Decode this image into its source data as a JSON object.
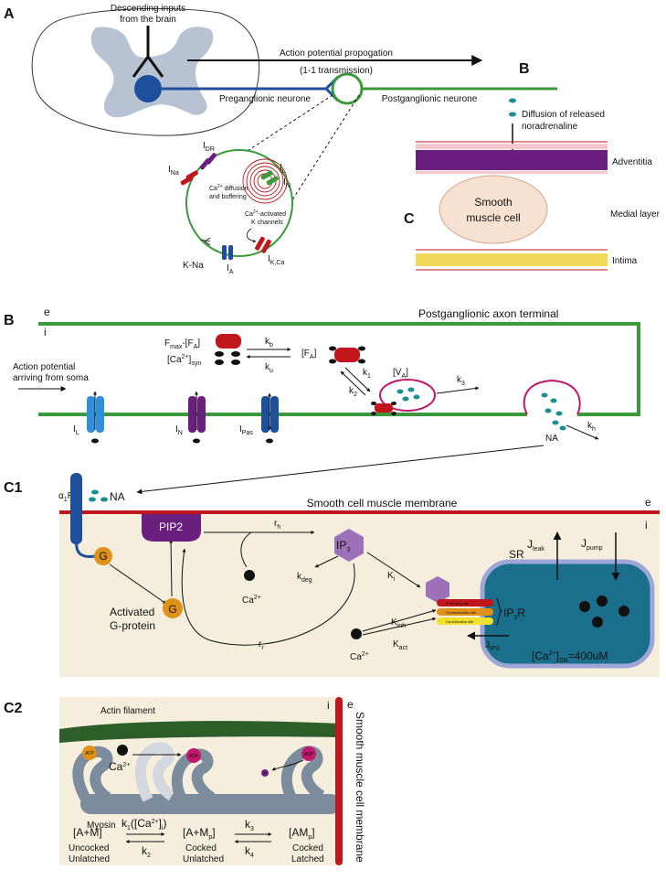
{
  "panel_labels": {
    "A": "A",
    "B_top": "B",
    "C_top": "C",
    "B": "B",
    "C1": "C1",
    "C2": "C2"
  },
  "panelA": {
    "descending": "Descending inputs",
    "from_brain": "from the brain",
    "ap_propagation": "Action potential propogation",
    "one_to_one": "(1-1 transmission)",
    "preganglionic": "Preganglionic neurone",
    "postganglionic": "Postganglionic neurone",
    "ca_diffusion_1": "diffusion",
    "ca_diffusion_2": "and buffering",
    "ca_activated_1": "-activated",
    "ca_activated_2": "K channels",
    "kna": "K-Na",
    "ca_sym": "Ca",
    "sup_2plus": "2+",
    "I": "I",
    "sub_DR": "DR",
    "sub_Na": "Na",
    "sub_L": "L",
    "sub_N": "N",
    "sub_A": "A",
    "sub_KCa": "K,Ca"
  },
  "panelB_top": {
    "diffusion_1": "Diffusion of released",
    "diffusion_2": "noradrenaline",
    "adventitia": "Adventitia",
    "smooth_1": "Smooth",
    "smooth_2": "muscle cell",
    "medial": "Medial layer",
    "intima": "Intima"
  },
  "panelB": {
    "e": "e",
    "i": "i",
    "terminal": "Postganglionic axon terminal",
    "ap_1": "Action potential",
    "ap_2": "arriving from soma",
    "fmax": "F",
    "fmax_sub": "max",
    "minus_fa": "-[F",
    "fa_sub": "A",
    "close_br": "]",
    "ca_syn_a": "[Ca",
    "ca_syn_b": "]",
    "syn": "syn",
    "fa": "[F",
    "va": "[V",
    "k": "k",
    "kb": "b",
    "ku": "u",
    "k1": "1",
    "k2": "2",
    "k3": "3",
    "kh": "h",
    "na": "NA",
    "I": "I",
    "sub_L": "L",
    "sub_N": "N",
    "sub_Pas": "Pas"
  },
  "panelC1": {
    "alpha": "α",
    "alpha_sub": "1",
    "R": "R",
    "na": "NA",
    "membrane": "Smooth cell muscle membrane",
    "e": "e",
    "i": "i",
    "pip2": "PIP2",
    "g": "G",
    "activated_1": "Activated",
    "activated_2": "G-protein",
    "r": "r",
    "rh": "h",
    "rr": "r",
    "ip": "IP",
    "ip_sub": "3",
    "k": "k",
    "kdeg": "deg",
    "K": "K",
    "Ki": "i",
    "Kinh": "inh",
    "Kact": "act",
    "ca": "Ca",
    "sup_2plus": "2+",
    "sr": "SR",
    "J": "J",
    "jleak": "leak",
    "jpump": "pump",
    "jip3": "IP3",
    "ip3r": "R",
    "bind_ip3": "IP",
    "bind_inact": "Ca",
    "bind_act": "Ca",
    "site_ip3": "binding site",
    "site_inact": "inactivation site",
    "site_act": "activation site",
    "sr_conc_a": "[Ca",
    "sr_conc_b": "]",
    "sr_conc_sub": "SR",
    "sr_conc_val": "=400uM"
  },
  "panelC2": {
    "actin": "Actin filament",
    "myosin": "Myosin",
    "ca": "Ca",
    "sup_2plus": "2+",
    "atp": "ATP",
    "adp": "ADP",
    "pi": "Pi",
    "i": "i",
    "e": "e",
    "membrane": "Smooth muscle cell membrane",
    "am": "[A+M]",
    "uncocked": "Uncocked",
    "unlatched": "Unlatched",
    "k1_a": "k",
    "k1_sub": "1",
    "k1_b": "([Ca",
    "k1_c": "]",
    "k1_i": "i",
    "k1_d": ")",
    "k2": "2",
    "k3": "3",
    "k4": "4",
    "k_letter": "k",
    "amp_a": "[A+M",
    "amp_sub": "p",
    "amp_b": "]",
    "cocked": "Cocked",
    "unlatched2": "Unlatched",
    "ampl_a": "[AM",
    "ampl_sub": "p",
    "ampl_b": "]",
    "cocked2": "Cocked",
    "latched": "Latched"
  },
  "colors": {
    "green": "#3a9a3a",
    "blue": "#1e4f9c",
    "red": "#c0161c",
    "purple": "#6a1f7e",
    "teal": "#178f93",
    "orange": "#e0911a",
    "beige": "#f6eedd",
    "sr_fill": "#1a6f8c",
    "actin": "#2d5e2a",
    "myosin": "#7c8c9c"
  }
}
